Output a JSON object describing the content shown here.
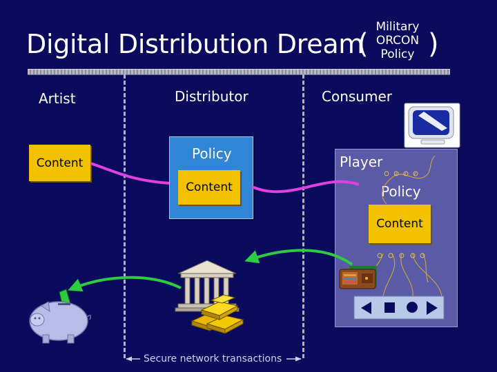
{
  "title": "Digital Distribution Dream",
  "title_paren_open": "(",
  "title_paren_close": ")",
  "title_policy": [
    "Military",
    "ORCON",
    "Policy"
  ],
  "columns": {
    "artist": "Artist",
    "distributor": "Distributor",
    "consumer": "Consumer"
  },
  "artist_box": {
    "content": "Content"
  },
  "distributor_box": {
    "policy": "Policy",
    "content": "Content"
  },
  "player_box": {
    "label": "Player",
    "policy": "Policy",
    "content": "Content"
  },
  "footer": "Secure network transactions",
  "icons": [
    "monitor-icon",
    "wallet-icon",
    "bank-icon",
    "gold-bars-icon",
    "piggy-bank-icon",
    "media-controls-icon"
  ],
  "colors": {
    "background": "#0b0b5e",
    "gold": "#f2c200",
    "distributor_blue": "#2f86d6",
    "player_purple": "#5a5aa6",
    "content_arrow": "#e040e0",
    "money_arrow": "#2ecc40"
  }
}
